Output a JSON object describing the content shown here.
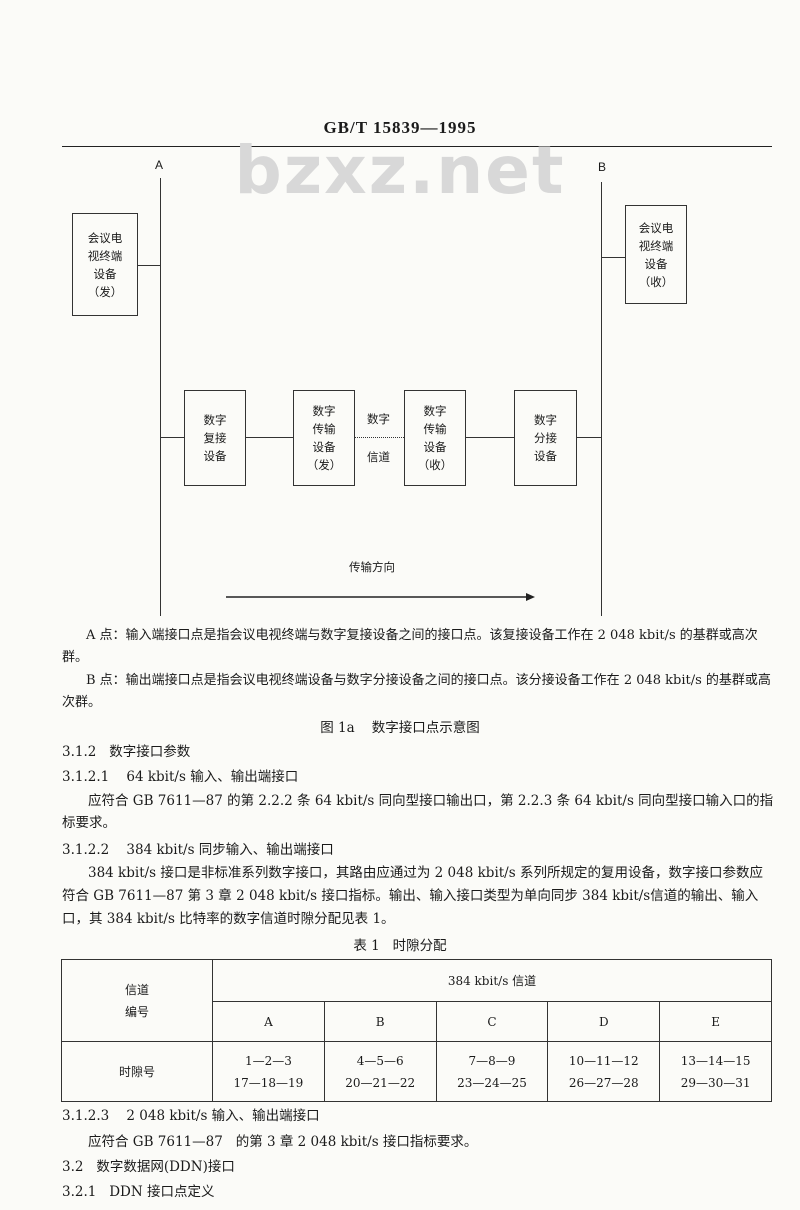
{
  "header": {
    "doc_code": "GB/T  15839—1995"
  },
  "watermark": "bzxz.net",
  "figure": {
    "point_a": "A",
    "point_b": "B",
    "terminal_send": "会议电\n视终端\n设备\n（发）",
    "terminal_recv": "会议电\n视终端\n设备\n（收）",
    "mux": "数字\n复接\n设备",
    "trans_send": "数字\n传输\n设备\n（发）",
    "channel_top": "数字",
    "channel_bottom": "信道",
    "trans_recv": "数字\n传输\n设备\n（收）",
    "demux": "数字\n分接\n设备",
    "direction_label": "传输方向",
    "note_a": "A 点：输入端接口点是指会议电视终端与数字复接设备之间的接口点。该复接设备工作在 2 048 kbit/s 的基群或高次群。",
    "note_b": "B 点：输出端接口点是指会议电视终端设备与数字分接设备之间的接口点。该分接设备工作在 2 048 kbit/s 的基群或高次群。",
    "caption": "图 1a    数字接口点示意图"
  },
  "sections": {
    "s3122_title": "3.1.2   数字接口参数",
    "s31221_title": "3.1.2.1    64 kbit/s 输入、输出端接口",
    "s31221_body": "应符合 GB 7611—87 的第 2.2.2 条 64 kbit/s 同向型接口输出口，第 2.2.3 条 64 kbit/s 同向型接口输入口的指标要求。",
    "s31222_title": "3.1.2.2    384 kbit/s 同步输入、输出端接口",
    "s31222_body": "384 kbit/s 接口是非标准系列数字接口，其路由应通过为 2 048 kbit/s 系列所规定的复用设备，数字接口参数应符合 GB 7611—87 第 3 章 2 048 kbit/s 接口指标。输出、输入接口类型为单向同步 384 kbit/s信道的输出、输入口，其 384 kbit/s 比特率的数字信道时隙分配见表 1。",
    "table_caption": "表 1   时隙分配",
    "s31223_title": "3.1.2.3    2 048 kbit/s 输入、输出端接口",
    "s31223_body": "应符合 GB 7611—87   的第 3 章 2 048 kbit/s 接口指标要求。",
    "s32_title": "3.2   数字数据网(DDN)接口",
    "s321_title": "3.2.1   DDN 接口点定义"
  },
  "table": {
    "row_header": "信道\n编号",
    "group_header": "384 kbit/s 信道",
    "channels": [
      "A",
      "B",
      "C",
      "D",
      "E"
    ],
    "slot_label": "时隙号",
    "slots": [
      [
        "1—2—3",
        "17—18—19"
      ],
      [
        "4—5—6",
        "20—21—22"
      ],
      [
        "7—8—9",
        "23—24—25"
      ],
      [
        "10—11—12",
        "26—27—28"
      ],
      [
        "13—14—15",
        "29—30—31"
      ]
    ]
  }
}
